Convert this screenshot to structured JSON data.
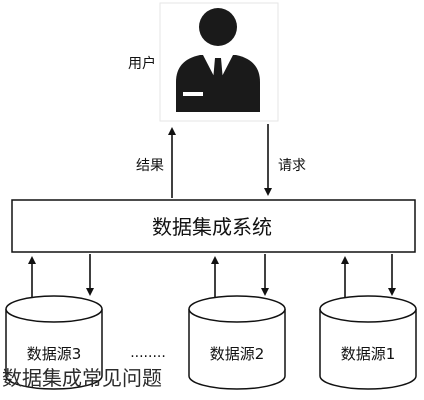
{
  "user": {
    "label": "用户",
    "icon": "user-business-icon"
  },
  "arrows": {
    "result_label": "结果",
    "request_label": "请求"
  },
  "system": {
    "label": "数据集成系统"
  },
  "sources": [
    {
      "label": "数据源3"
    },
    {
      "label": "数据源2"
    },
    {
      "label": "数据源1"
    }
  ],
  "ellipsis": "........",
  "caption": "数据集成常见问题"
}
